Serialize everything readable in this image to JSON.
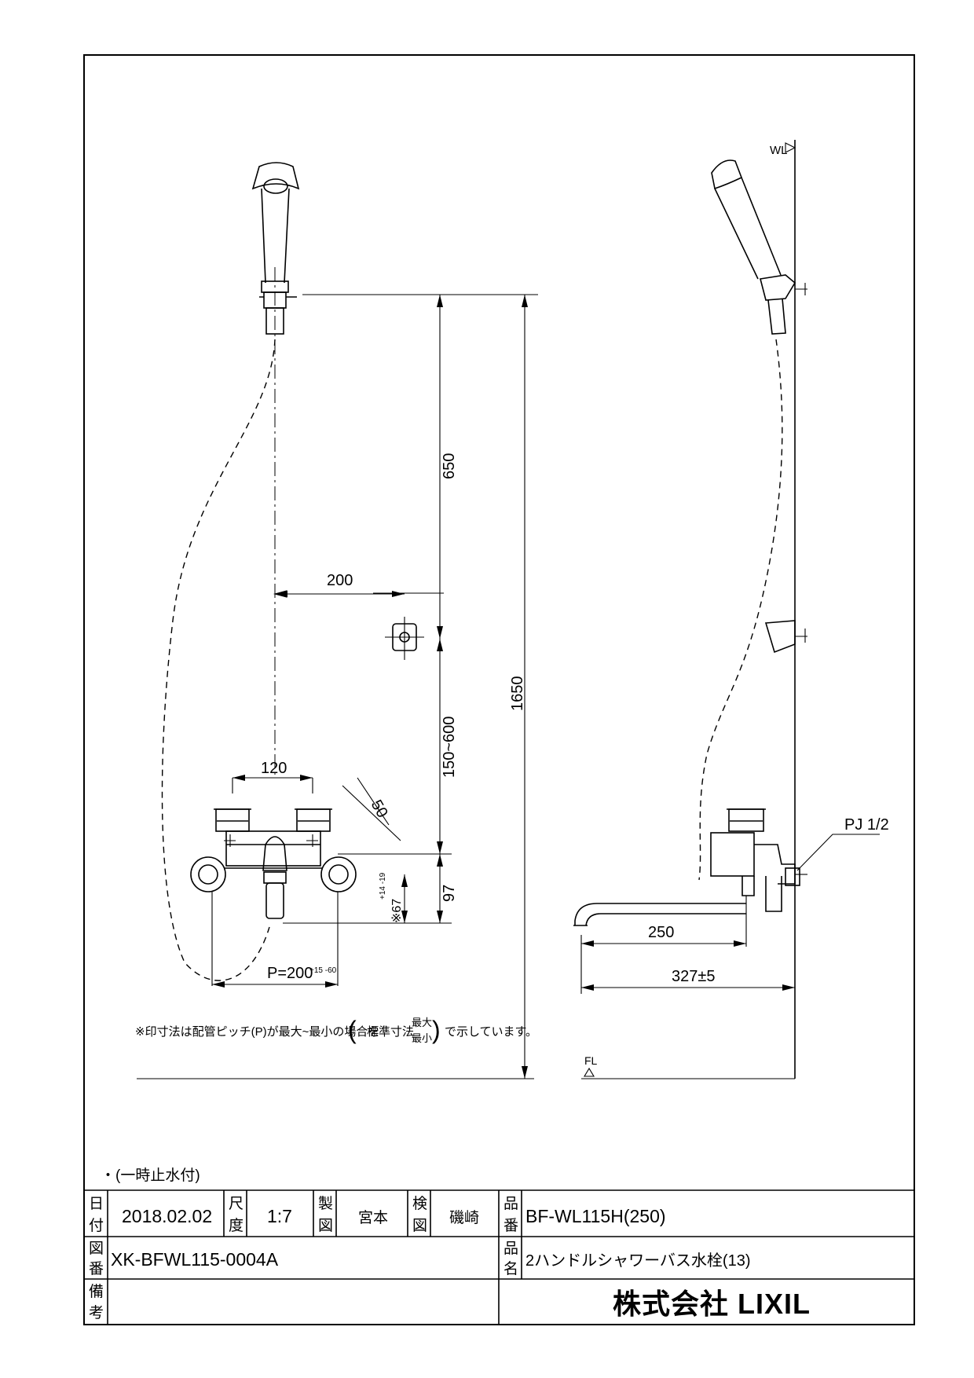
{
  "drawing": {
    "dimensions": {
      "d650": "650",
      "d1650": "1650",
      "d200": "200",
      "d150_600": "150~600",
      "d120": "120",
      "d50": "50",
      "d97": "97",
      "d67": "※67",
      "d67_tol": "+14 -19",
      "pitch": "P=200",
      "pitch_tol": "+15 -60",
      "d250": "250",
      "d327": "327±5",
      "pj": "PJ 1/2",
      "wl": "WL",
      "fl": "FL"
    },
    "note": {
      "prefix": "※印寸法は配管ピッチ(P)が最大~最小の場合を",
      "std": "標準寸法",
      "max": "最大",
      "min": "最小",
      "suffix": "で示しています。"
    },
    "sub_note": "・(一時止水付)"
  },
  "title_block": {
    "date_label": [
      "日",
      "付"
    ],
    "date_value": "2018.02.02",
    "scale_label": [
      "尺",
      "度"
    ],
    "scale_value": "1:7",
    "drawn_label": [
      "製",
      "図"
    ],
    "drawn_value": "宮本",
    "checked_label": [
      "検",
      "図"
    ],
    "checked_value": "磯崎",
    "product_no_label": [
      "品",
      "番"
    ],
    "product_no_value": "BF-WL115H(250)",
    "drawing_no_label": [
      "図",
      "番"
    ],
    "drawing_no_value": "XK-BFWL115-0004A",
    "product_name_label": [
      "品",
      "名"
    ],
    "product_name_value": "2ハンドルシャワーバス水栓(13)",
    "remarks_label": [
      "備",
      "考"
    ],
    "company": "株式会社 LIXIL"
  }
}
